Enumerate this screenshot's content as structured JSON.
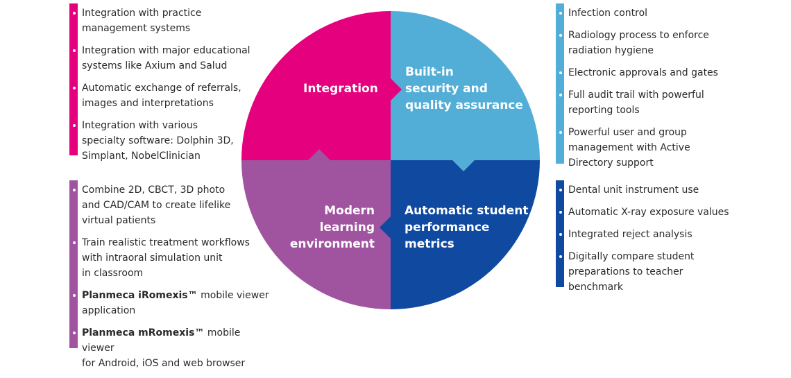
{
  "colors": {
    "integration": "#E5007E",
    "security": "#52AED7",
    "learning": "#A054A0",
    "metrics": "#0F4AA0"
  },
  "quadrants": {
    "integration": [
      "Integration"
    ],
    "security": [
      "Built-in",
      "security and",
      "quality assurance"
    ],
    "learning": [
      "Modern learning",
      "environment"
    ],
    "metrics": [
      "Automatic student",
      "performance",
      "metrics"
    ]
  },
  "lists": {
    "integration": [
      {
        "lines": [
          "Integration with practice",
          "management systems"
        ]
      },
      {
        "lines": [
          "Integration with major educational",
          "systems like Axium and Salud"
        ]
      },
      {
        "lines": [
          "Automatic exchange of referrals,",
          "images and interpretations"
        ]
      },
      {
        "lines": [
          "Integration with various",
          "specialty software: Dolphin 3D,",
          "Simplant, NobelClinician"
        ]
      }
    ],
    "security": [
      {
        "lines": [
          "Infection control"
        ]
      },
      {
        "lines": [
          "Radiology process to enforce",
          "radiation hygiene"
        ]
      },
      {
        "lines": [
          "Electronic approvals and gates"
        ]
      },
      {
        "lines": [
          "Full audit trail with powerful",
          "reporting tools"
        ]
      },
      {
        "lines": [
          "Powerful user and group",
          "management with Active",
          "Directory support"
        ]
      }
    ],
    "learning": [
      {
        "lines": [
          "Combine 2D, CBCT, 3D photo",
          "and CAD/CAM to create lifelike",
          "virtual patients"
        ]
      },
      {
        "lines": [
          "Train realistic treatment workflows",
          "with intraoral simulation unit",
          "in classroom"
        ]
      },
      {
        "bold": "Planmeca iRomexis™",
        "lines": [
          " mobile viewer",
          "application"
        ]
      },
      {
        "bold": "Planmeca mRomexis™",
        "lines": [
          " mobile viewer",
          "for Android, iOS and web browser"
        ]
      }
    ],
    "metrics": [
      {
        "lines": [
          "Dental unit instrument use"
        ]
      },
      {
        "lines": [
          "Automatic X-ray exposure values"
        ]
      },
      {
        "lines": [
          "Integrated reject analysis"
        ]
      },
      {
        "lines": [
          "Digitally compare student",
          "preparations to teacher",
          "benchmark"
        ]
      }
    ]
  }
}
